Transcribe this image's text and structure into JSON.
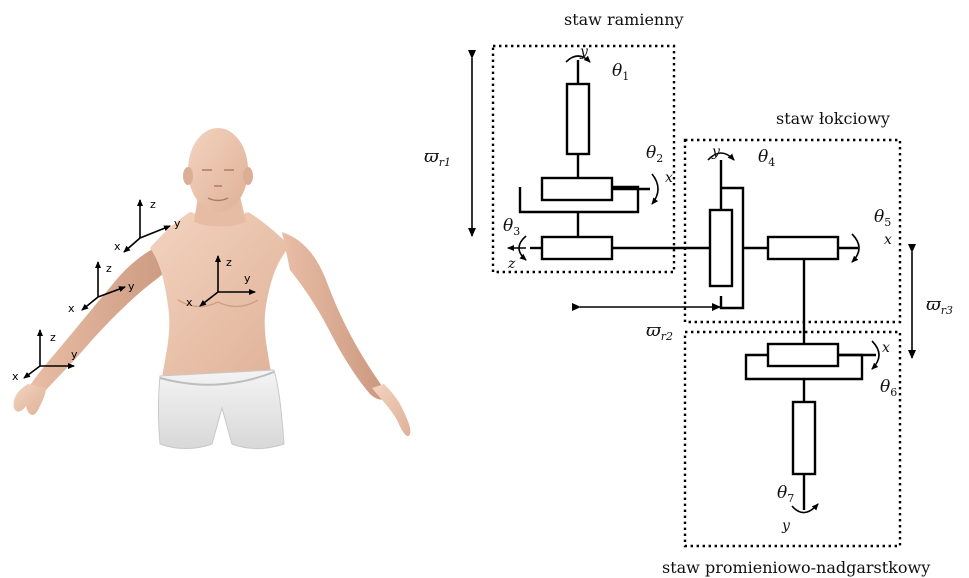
{
  "joints": {
    "shoulder": "staw ramienny",
    "elbow": "staw łokciowy",
    "wrist": "staw promieniowo-nadgarstkowy"
  },
  "thetas": [
    {
      "sym": "θ",
      "sub": "1"
    },
    {
      "sym": "θ",
      "sub": "2"
    },
    {
      "sym": "θ",
      "sub": "3"
    },
    {
      "sym": "θ",
      "sub": "4"
    },
    {
      "sym": "θ",
      "sub": "5"
    },
    {
      "sym": "θ",
      "sub": "6"
    },
    {
      "sym": "θ",
      "sub": "7"
    }
  ],
  "lengths": [
    {
      "sym": "ϖ",
      "sub": "r1"
    },
    {
      "sym": "ϖ",
      "sub": "r2"
    },
    {
      "sym": "ϖ",
      "sub": "r3"
    }
  ],
  "axes_kinematic": {
    "y": "y",
    "x": "x",
    "z": "z"
  },
  "body_frames": [
    {
      "x": "x",
      "y": "y",
      "z": "z"
    },
    {
      "x": "x",
      "y": "y",
      "z": "z"
    },
    {
      "x": "x",
      "y": "y",
      "z": "z"
    },
    {
      "x": "x",
      "y": "y",
      "z": "z"
    }
  ]
}
